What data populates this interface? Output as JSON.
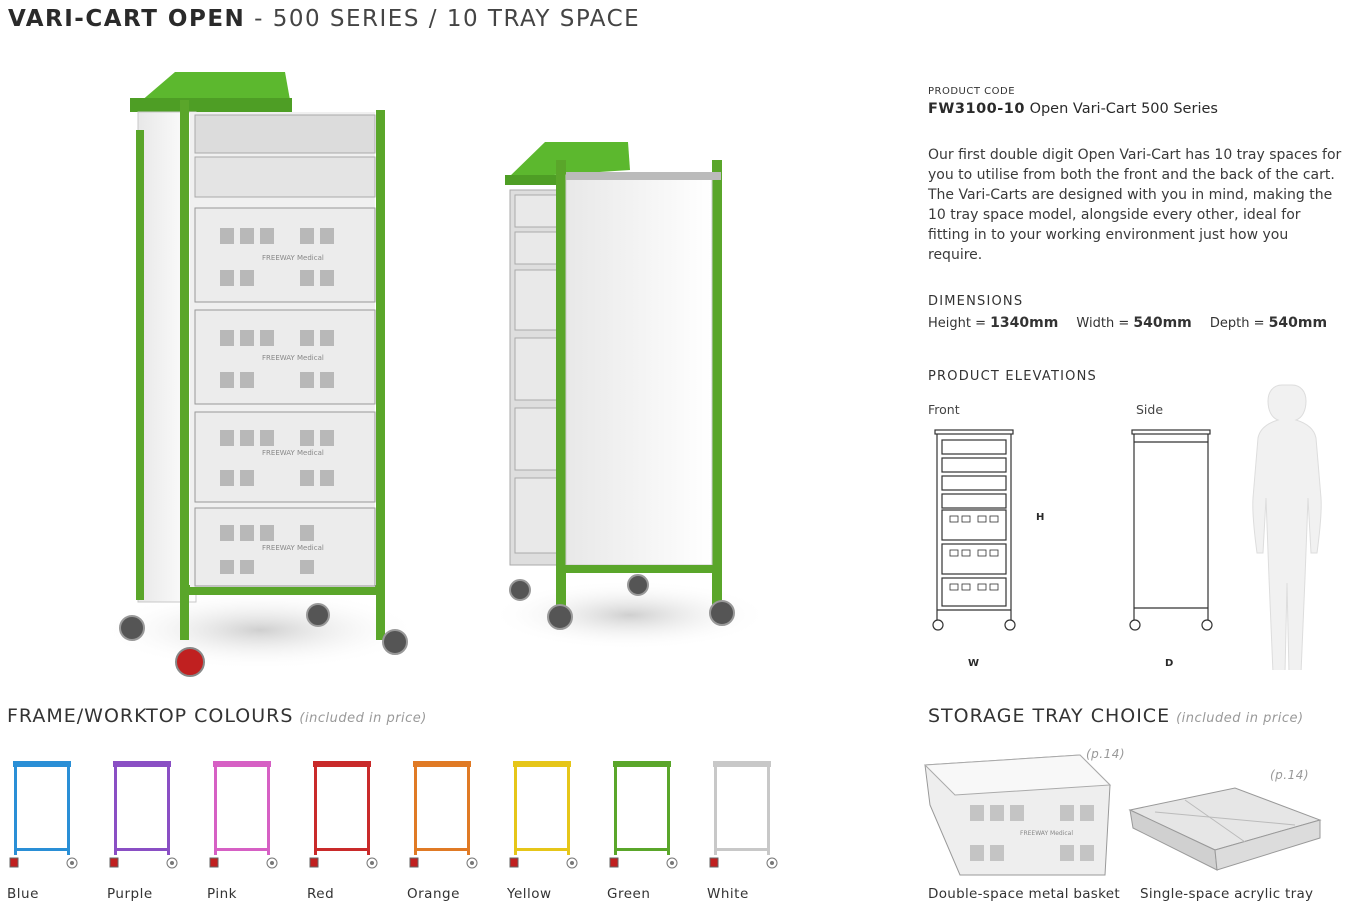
{
  "title": {
    "bold": "VARI-CART OPEN",
    "rest": " - 500 SERIES / 10 TRAY SPACE"
  },
  "product": {
    "code_label": "PRODUCT CODE",
    "code": "FW3100-10",
    "name": "Open Vari-Cart 500 Series",
    "description": "Our first double digit Open Vari-Cart has 10 tray spaces for you to utilise from both the front and the back of the cart. The Vari-Carts are designed with you in mind, making the 10 tray space model, alongside every other, ideal for fitting in to your working environment just how you require."
  },
  "dimensions": {
    "heading": "DIMENSIONS",
    "height_label": "Height = ",
    "height_value": "1340mm",
    "width_label": "Width = ",
    "width_value": "540mm",
    "depth_label": "Depth = ",
    "depth_value": "540mm"
  },
  "elevations": {
    "heading": "PRODUCT ELEVATIONS",
    "front_label": "Front",
    "side_label": "Side",
    "h": "H",
    "w": "W",
    "d": "D"
  },
  "brand_text": "FREEWAY Medical",
  "colours": {
    "heading": "FRAME/WORKTOP COLOURS",
    "note": "(included in price)",
    "items": [
      {
        "label": "Blue",
        "color": "#2a8fd6"
      },
      {
        "label": "Purple",
        "color": "#8a4fc4"
      },
      {
        "label": "Pink",
        "color": "#d660c4"
      },
      {
        "label": "Red",
        "color": "#c92a2a"
      },
      {
        "label": "Orange",
        "color": "#e07a25"
      },
      {
        "label": "Yellow",
        "color": "#e6c619"
      },
      {
        "label": "Green",
        "color": "#5aa62a"
      },
      {
        "label": "White",
        "color": "#c8c8c8"
      }
    ]
  },
  "storage": {
    "heading": "STORAGE TRAY CHOICE",
    "note": "(included in price)",
    "trays": [
      {
        "label": "Double-space metal basket",
        "ref": "(p.14)"
      },
      {
        "label": "Single-space acrylic tray",
        "ref": "(p.14)"
      }
    ]
  }
}
